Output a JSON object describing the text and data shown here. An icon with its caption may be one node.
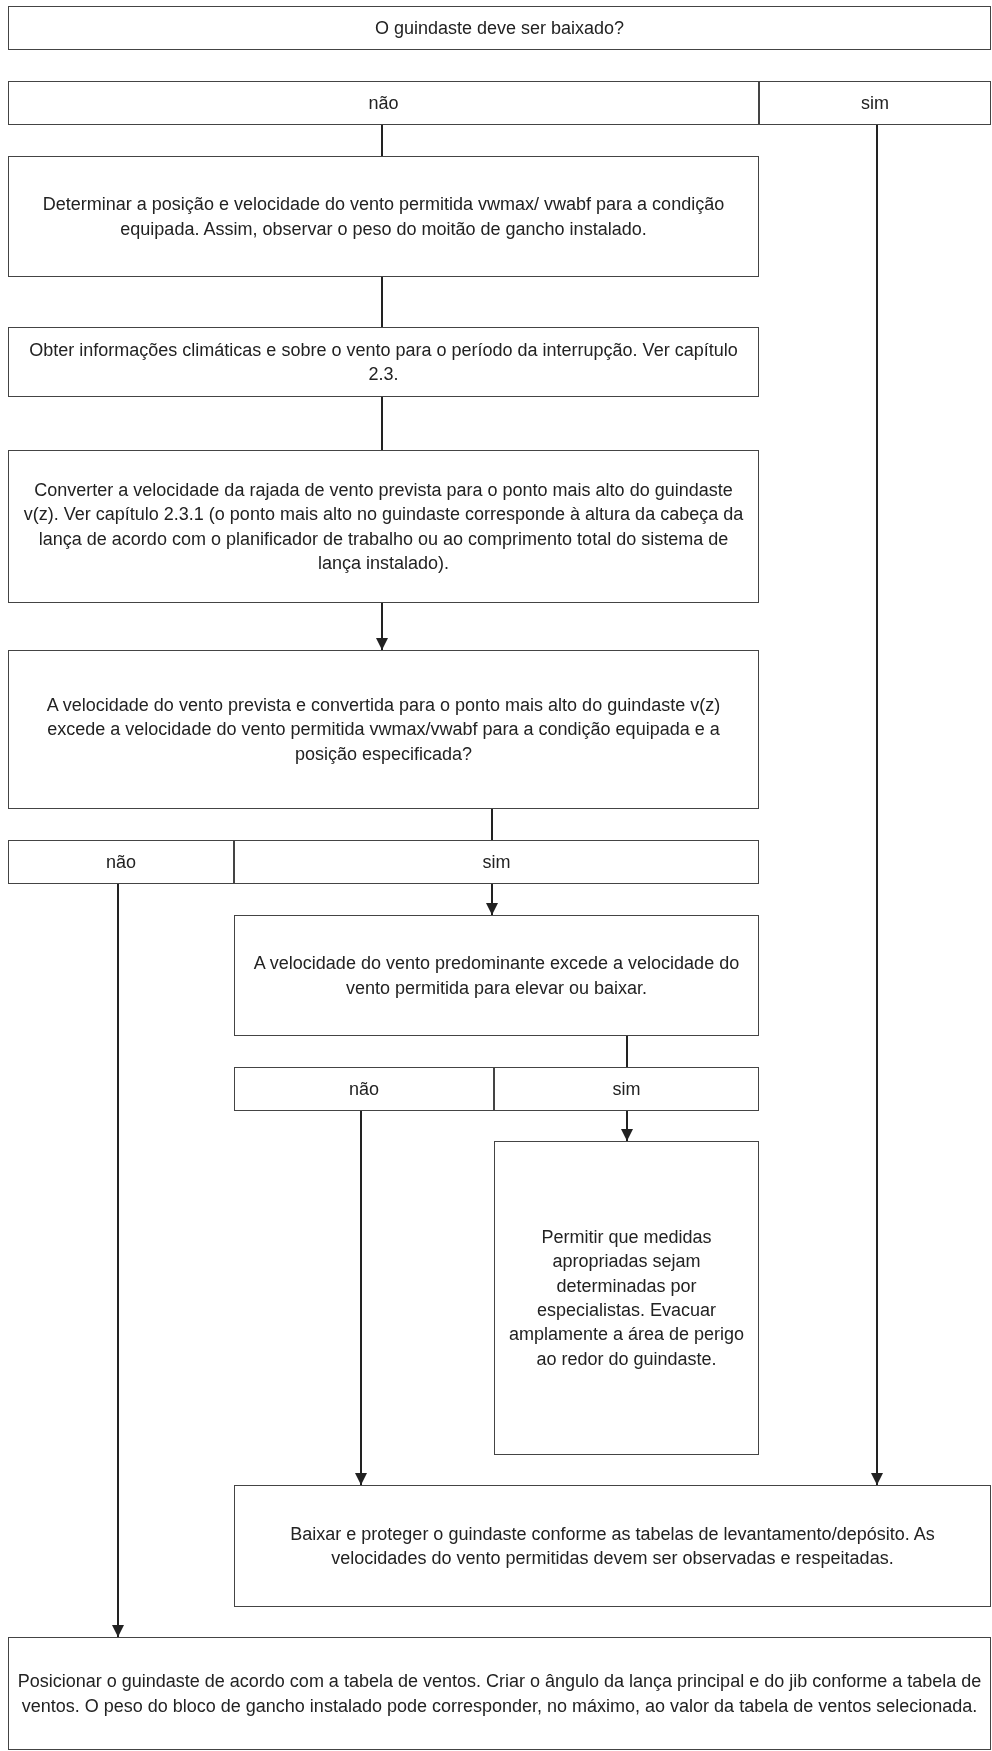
{
  "diagram": {
    "nodes": [
      {
        "text": [
          "O guindaste deve ser baixado?"
        ]
      },
      {
        "text": [
          "não"
        ]
      },
      {
        "text": [
          "sim"
        ]
      },
      {
        "text": [
          "Determinar a posição e velocidade do vento permitida vwmax/ vwabf para a condição equipada. Assim, observar o peso do moitão de gancho instalado."
        ]
      },
      {
        "text": [
          "Obter informações climáticas e sobre o vento para o período da interrupção. Ver capítulo 2.3."
        ]
      },
      {
        "text": [
          "Converter a velocidade da rajada de vento prevista para o ponto mais alto do guindaste v(z). Ver capítulo 2.3.1 (o ponto mais alto no guindaste corresponde à altura da cabeça da lança de acordo com o planificador de trabalho ou ao comprimento total do sistema de lança instalado)."
        ]
      },
      {
        "text": [
          "A velocidade do vento prevista e convertida para o ponto mais alto do guindaste v(z) excede a velocidade do vento permitida vwmax/vwabf para a condição equipada e a posição especificada?"
        ]
      },
      {
        "text": [
          "não"
        ]
      },
      {
        "text": [
          "sim"
        ]
      },
      {
        "text": [
          "A velocidade do vento predominante excede a velocidade do vento permitida para elevar ou baixar."
        ]
      },
      {
        "text": [
          "não"
        ]
      },
      {
        "text": [
          "sim"
        ]
      },
      {
        "text": [
          "Permitir que medidas apropriadas sejam determinadas por especialistas. Evacuar amplamente a área de perigo ao redor do guindaste."
        ]
      },
      {
        "text": [
          "Baixar e proteger o guindaste conforme as tabelas de levantamento/depósito. As velocidades do vento permitidas devem ser observadas e respeitadas."
        ]
      },
      {
        "text": [
          "Posicionar o guindaste de acordo com a tabela de ventos. Criar o ângulo da lança principal e do jib conforme a tabela de ventos. O peso do bloco de gancho instalado pode corresponder, no máximo, ao valor da tabela de ventos selecionada."
        ]
      }
    ],
    "edges": [
      {
        "from": 1,
        "to": 3,
        "arrow": "none"
      },
      {
        "from": 3,
        "to": 4,
        "arrow": "none"
      },
      {
        "from": 4,
        "to": 5,
        "arrow": "none"
      },
      {
        "from": 5,
        "to": 6,
        "arrow": "to"
      },
      {
        "from": 6,
        "to": 8,
        "arrow": "none"
      },
      {
        "from": 8,
        "to": 9,
        "arrow": "to"
      },
      {
        "from": 9,
        "to": 11,
        "arrow": "none"
      },
      {
        "from": 11,
        "to": 12,
        "arrow": "to"
      },
      {
        "from": 10,
        "to": 13,
        "arrow": "to"
      },
      {
        "from": 2,
        "to": 13,
        "arrow": "to"
      },
      {
        "from": 7,
        "to": 14,
        "arrow": "to"
      }
    ]
  }
}
